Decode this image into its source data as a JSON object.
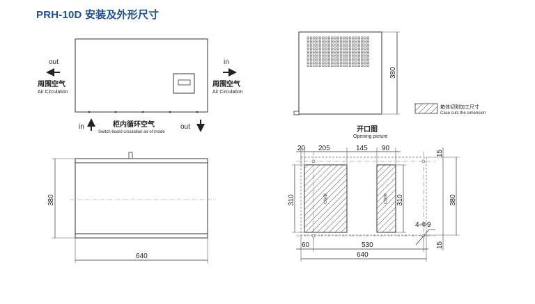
{
  "title": "PRH-10D 安装及外形尺寸",
  "front": {
    "out_label": "out",
    "in_label": "in",
    "left_cn": "周围空气",
    "left_en": "Air Circulation",
    "right_cn": "周围空气",
    "right_en": "Air Circulation",
    "bottom_in": "in",
    "bottom_out": "out",
    "bottom_cn": "柜内循环空气",
    "bottom_en": "Switch board circulation air of inside"
  },
  "side": {
    "height_dim": "380"
  },
  "legend": {
    "cn": "箱体切割加工尺寸",
    "en": "Case cuts the cimension"
  },
  "opening": {
    "title_cn": "开口图",
    "title_en": "Opening picture",
    "dims_top": [
      "20",
      "205",
      "145",
      "90"
    ],
    "dim_15_top": "15",
    "dim_15_bottom": "15",
    "dim_310_left": "310",
    "dim_310_right": "310",
    "dim_380": "380",
    "hole_label": "4-Φ9",
    "dim_60": "60",
    "dim_530": "530",
    "dim_640": "640",
    "hole_left_text": "进风口",
    "hole_right_text": "出风口"
  },
  "bottom_view": {
    "height_dim": "380",
    "width_dim": "640"
  }
}
